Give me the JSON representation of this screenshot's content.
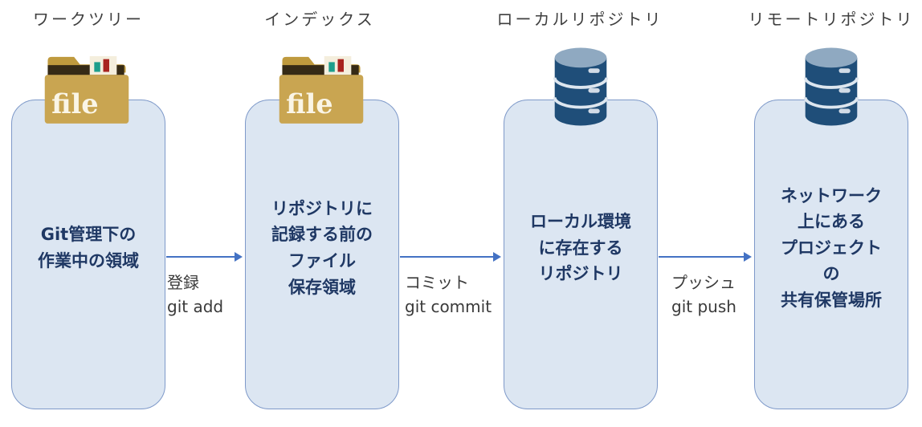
{
  "diagram": {
    "title_implied": "",
    "folder_label": "file",
    "columns": [
      {
        "title": "ワークツリー",
        "icon": "folder-file-icon",
        "body": "Git管理下の\n作業中の領域"
      },
      {
        "title": "インデックス",
        "icon": "folder-file-icon",
        "body": "リポジトリに\n記録する前の\nファイル\n保存領域"
      },
      {
        "title": "ローカルリポジトリ",
        "icon": "database-icon",
        "body": "ローカル環境\nに存在する\nリポジトリ"
      },
      {
        "title": "リモートリポジトリ",
        "icon": "database-icon",
        "body": "ネットワーク\n上にある\nプロジェクト\nの\n共有保管場所"
      }
    ],
    "arrows": [
      {
        "label": "登録\ngit add"
      },
      {
        "label": "コミット\ngit commit"
      },
      {
        "label": "プッシュ\ngit push"
      }
    ],
    "colors": {
      "box_fill": "#dce6f2",
      "box_border": "#7e99c9",
      "box_text": "#1f3864",
      "title_text": "#3f3f3f",
      "arrow": "#4472c4",
      "label_text": "#3a3a3a",
      "folder_gold": "#c9a551",
      "folder_slot": "#352a16",
      "chart_teal": "#1d9e8c",
      "chart_red": "#a8231f",
      "database_body": "#1f4e79",
      "database_top": "#8fa9c1"
    }
  }
}
